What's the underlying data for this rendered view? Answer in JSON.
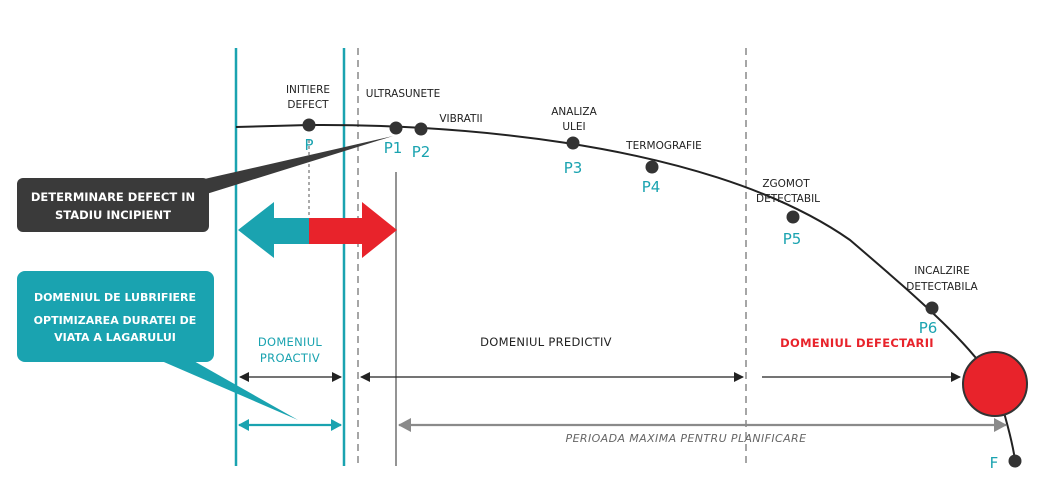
{
  "colors": {
    "teal": "#1aa3b0",
    "red": "#e8232b",
    "dark_box": "#3a3a3a",
    "curve": "#222222",
    "gray_arrow": "#8a8a8a"
  },
  "curve_points": [
    {
      "id": "P",
      "label": "P",
      "caption": [
        "INITIERE",
        "DEFECT"
      ]
    },
    {
      "id": "P1",
      "label": "P1",
      "caption": [
        "ULTRASUNETE"
      ]
    },
    {
      "id": "P2",
      "label": "P2",
      "caption": [
        "VIBRATII"
      ]
    },
    {
      "id": "P3",
      "label": "P3",
      "caption": [
        "ANALIZA",
        "ULEI"
      ]
    },
    {
      "id": "P4",
      "label": "P4",
      "caption": [
        "TERMOGRAFIE"
      ]
    },
    {
      "id": "P5",
      "label": "P5",
      "caption": [
        "ZGOMOT",
        "DETECTABIL"
      ]
    },
    {
      "id": "P6",
      "label": "P6",
      "caption": [
        "INCALZIRE",
        "DETECTABILA"
      ]
    },
    {
      "id": "F",
      "label": "F",
      "caption": []
    }
  ],
  "callouts": {
    "dark": [
      "DETERMINARE DEFECT IN",
      "STADIU INCIPIENT"
    ],
    "teal": [
      "DOMENIUL DE LUBRIFIERE",
      "OPTIMIZAREA DURATEI DE",
      "VIATA A LAGARULUI"
    ]
  },
  "domains": {
    "proactive": [
      "DOMENIUL",
      "PROACTIV"
    ],
    "predictive": "DOMENIUL PREDICTIV",
    "failure": "DOMENIUL DEFECTARII"
  },
  "planning_period": "PERIOADA MAXIMA PENTRU PLANIFICARE"
}
